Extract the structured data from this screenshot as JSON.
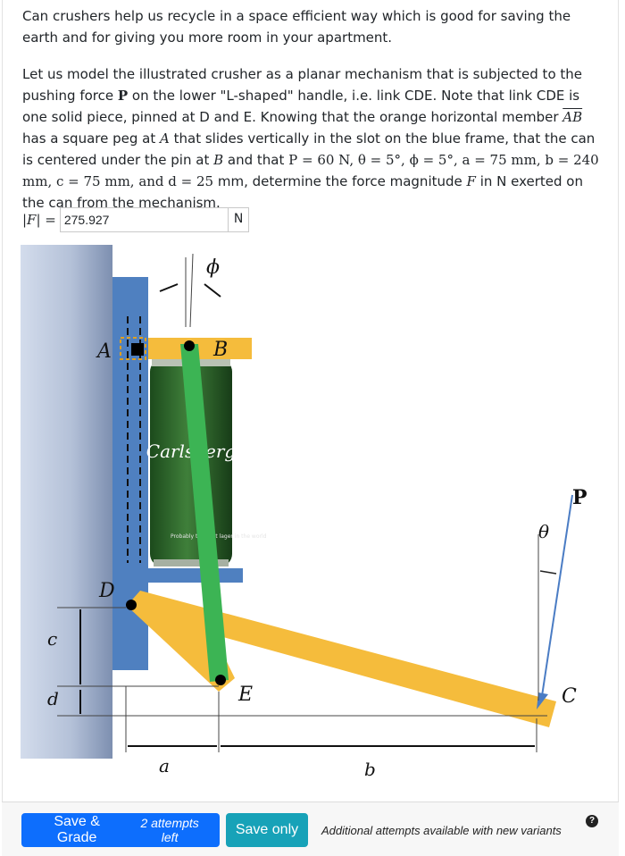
{
  "question": {
    "p1": "Can crushers help us recycle in a space efficient way which is good for saving the earth and for giving you more room in your apartment.",
    "p2_a": "Let us model the illustrated crusher as a planar mechanism that is subjected to the pushing force ",
    "p2_P": "P",
    "p2_b": " on the lower \"L-shaped\" handle, i.e. link CDE. Note that link CDE is one solid piece, pinned at D and E. Knowing that the orange horizontal member ",
    "p2_AB": "AB",
    "p2_c": " has a square peg at ",
    "p2_A": "A",
    "p2_d": " that slides vertically in the slot on the blue frame, that the can is centered under the pin at ",
    "p2_B": "B",
    "p2_e": " and that ",
    "p2_givens": "P = 60 N, θ = 5°, ϕ = 5°, a = 75 mm, b = 240 mm, c = 75 mm, and d = 25",
    "p2_f": " mm, determine the force magnitude ",
    "p2_F": "F",
    "p2_g": " in N exerted on the can from the mechanism."
  },
  "answer": {
    "label": "|F| =",
    "value": "275.927",
    "unit": "N"
  },
  "figure": {
    "labels": {
      "phi": "ϕ",
      "A": "A",
      "B": "B",
      "D": "D",
      "E": "E",
      "C": "C",
      "P": "P",
      "theta": "θ",
      "c": "c",
      "d": "d",
      "a": "a",
      "b": "b"
    },
    "can_text": {
      "brand": "Carlsberg",
      "slogan": "Probably the best lager in the world"
    },
    "colors": {
      "frame": "#4f80c0",
      "green_link": "#3cb454",
      "orange": "#f5bc3c",
      "wall": "#8fa5c8"
    }
  },
  "footer": {
    "save_grade": "Save & Grade",
    "attempts": "2 attempts left",
    "save_only": "Save only",
    "note": "Additional attempts available with new variants",
    "help": "?"
  }
}
